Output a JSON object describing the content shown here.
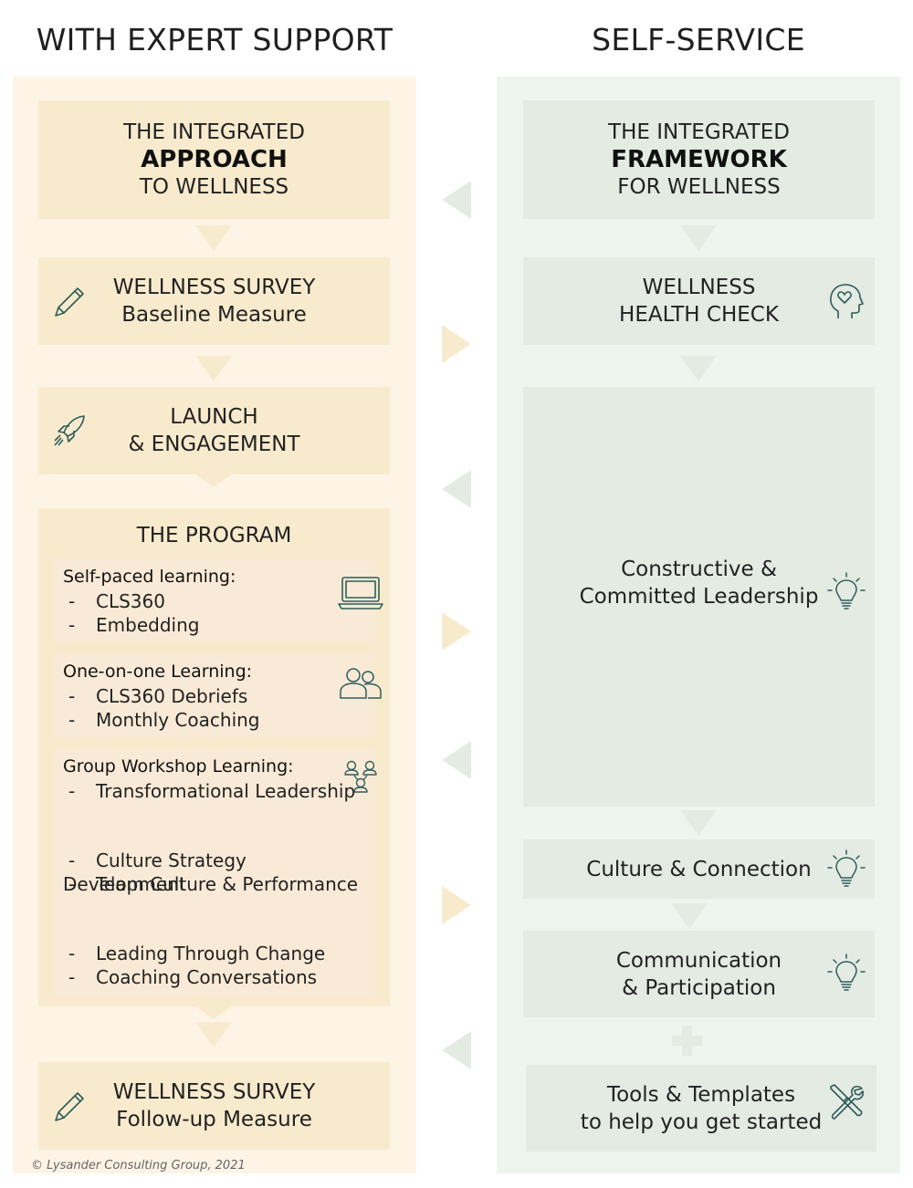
{
  "left": {
    "title": "WITH EXPERT SUPPORT",
    "approach": {
      "line1": "THE INTEGRATED",
      "line2": "APPROACH",
      "line3": "TO WELLNESS"
    },
    "survey1": {
      "line1": "WELLNESS SURVEY",
      "line2": "Baseline Measure",
      "icon": "pencil-icon"
    },
    "launch": {
      "line1": "LAUNCH",
      "line2": "& ENGAGEMENT",
      "icon": "rocket-icon"
    },
    "program": {
      "title": "THE PROGRAM",
      "sections": [
        {
          "title": "Self-paced learning:",
          "items": [
            "CLS360",
            "Embedding"
          ],
          "icon": "laptop-icon"
        },
        {
          "title": "One-on-one Learning:",
          "items": [
            "CLS360 Debriefs",
            "Monthly Coaching"
          ],
          "icon": "two-people-icon"
        },
        {
          "title": "Group Workshop Learning:",
          "items": [
            "Transformational Leadership",
            "Culture Strategy Development",
            "Team Culture & Performance",
            "Leading Through Change",
            "Coaching Conversations"
          ],
          "icon": "group-icon"
        }
      ]
    },
    "survey2": {
      "line1": "WELLNESS SURVEY",
      "line2": "Follow-up Measure",
      "icon": "pencil-icon"
    },
    "copyright": "© Lysander Consulting Group, 2021"
  },
  "right": {
    "title": "SELF-SERVICE",
    "framework": {
      "line1": "THE INTEGRATED",
      "line2": "FRAMEWORK",
      "line3": "FOR WELLNESS"
    },
    "healthcheck": {
      "line1": "WELLNESS",
      "line2": "HEALTH CHECK",
      "icon": "head-heart-icon"
    },
    "leadership": {
      "line1": "Constructive &",
      "line2": "Committed Leadership",
      "icon": "lightbulb-icon"
    },
    "culture": {
      "line1": "Culture & Connection",
      "icon": "lightbulb-icon"
    },
    "communication": {
      "line1": "Communication",
      "line2": "& Participation",
      "icon": "lightbulb-icon"
    },
    "tools": {
      "line1": "Tools & Templates",
      "line2": "to help you get started",
      "icon": "tools-icon"
    }
  },
  "colors": {
    "left_bg": "#fdf4e6",
    "right_bg": "#eef4ee",
    "yellow_box": "#f8ebcd",
    "green_box": "#e3ebe3",
    "icon_stroke": "#2f5d5a"
  }
}
